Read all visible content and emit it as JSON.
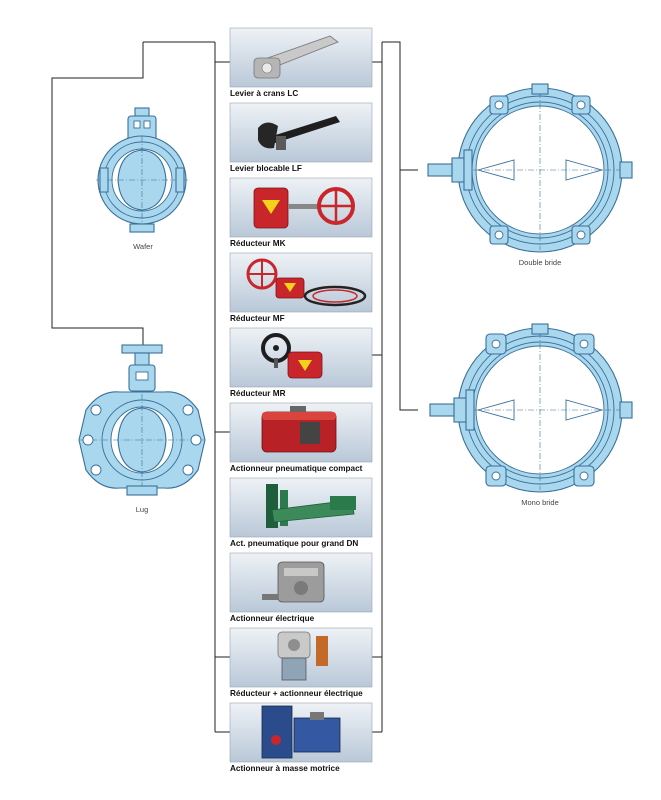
{
  "valve_bodies": {
    "wafer": "Wafer",
    "lug": "Lug",
    "double_bride": "Double bride",
    "mono_bride": "Mono bride"
  },
  "actuators": [
    {
      "label": "Levier à crans LC",
      "icon": "notched-lever-icon"
    },
    {
      "label": "Levier blocable LF",
      "icon": "lockable-lever-icon"
    },
    {
      "label": "Réducteur MK",
      "icon": "gearbox-mk-icon"
    },
    {
      "label": "Réducteur MF",
      "icon": "gearbox-mf-icon"
    },
    {
      "label": "Réducteur MR",
      "icon": "gearbox-mr-icon"
    },
    {
      "label": "Actionneur pneumatique compact",
      "icon": "compact-pneumatic-actuator-icon"
    },
    {
      "label": "Act. pneumatique pour grand DN",
      "icon": "large-dn-pneumatic-actuator-icon"
    },
    {
      "label": "Actionneur électrique",
      "icon": "electric-actuator-icon"
    },
    {
      "label": "Réducteur + actionneur électrique",
      "icon": "gearbox-electric-actuator-icon"
    },
    {
      "label": "Actionneur à masse motrice",
      "icon": "counterweight-actuator-icon"
    }
  ],
  "colors": {
    "valve_fill": "#a9d7ee",
    "valve_stroke": "#3a6f9a",
    "thumb_bg": "#c9d6e3",
    "red_actuator": "#c8262b",
    "gray_lever": "#8c8c8c"
  }
}
